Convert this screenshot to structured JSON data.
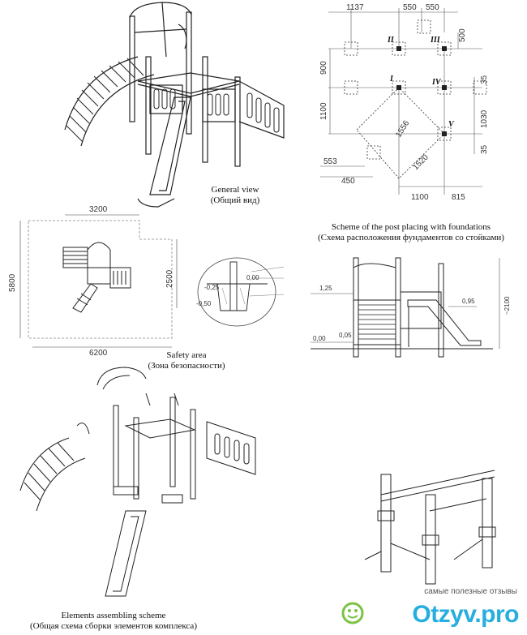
{
  "general_view": {
    "caption_en": "General view",
    "caption_ru": "(Общий вид)"
  },
  "post_scheme": {
    "caption_en": "Scheme of the post placing with foundations",
    "caption_ru": "(Схема расположения фундаментов со стойками)",
    "dims": {
      "top_1137": "1137",
      "top_550a": "550",
      "top_550b": "550",
      "right_500": "500",
      "left_900": "900",
      "left_1100": "1100",
      "right_35a": "35",
      "right_1030": "1030",
      "right_35b": "35",
      "diag_1556": "1556",
      "diag_1520": "1520",
      "left_553": "553",
      "left_450": "450",
      "bottom_1100": "1100",
      "bottom_815": "815"
    },
    "post_labels": [
      "II",
      "III",
      "I",
      "IV",
      "V"
    ]
  },
  "safety_area": {
    "caption_en": "Safety area",
    "caption_ru": "(Зона безопасности)",
    "dims": {
      "top": "3200",
      "left": "5800",
      "right": "2500",
      "bottom": "6200"
    }
  },
  "foundation_detail": {
    "dims": {
      "d0": "0,00",
      "dm025": "-0,25",
      "dm050": "-0,50"
    }
  },
  "side_view": {
    "dims": {
      "h125": "1,25",
      "h095": "0,95",
      "h2100": "~2100",
      "h000": "0,00",
      "h005": "0,05"
    }
  },
  "assembly": {
    "caption_en": "Elements assembling scheme",
    "caption_ru": "(Общая схема сборки элементов комплекса)"
  },
  "watermark": {
    "tagline": "самые полезные отзывы",
    "brand": "Otzyv.pro",
    "brand_color": "#27aee0",
    "accent_color": "#7cc242"
  }
}
